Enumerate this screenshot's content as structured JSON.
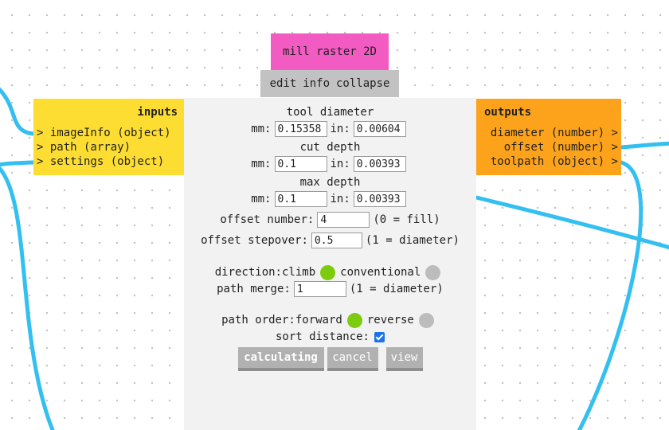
{
  "module": {
    "title": "mill raster 2D",
    "edit_label": "edit",
    "info_label": "info",
    "collapse_label": "collapse"
  },
  "inputs": {
    "title": "inputs",
    "ports": [
      "> imageInfo (object)",
      "> path (array)",
      "> settings (object)"
    ]
  },
  "outputs": {
    "title": "outputs",
    "ports": [
      "diameter (number) >",
      "offset (number) >",
      "toolpath (object) >"
    ]
  },
  "tool_diameter": {
    "label": "tool diameter",
    "mm_label": "mm:",
    "in_label": "in:",
    "mm_value": "0.15358",
    "in_value": "0.00604"
  },
  "cut_depth": {
    "label": "cut depth",
    "mm_label": "mm:",
    "in_label": "in:",
    "mm_value": "0.1",
    "in_value": "0.00393"
  },
  "max_depth": {
    "label": "max depth",
    "mm_label": "mm:",
    "in_label": "in:",
    "mm_value": "0.1",
    "in_value": "0.00393"
  },
  "offset_number": {
    "label": "offset number:",
    "value": "4",
    "hint": "(0 = fill)"
  },
  "offset_stepover": {
    "label": "offset stepover:",
    "value": "0.5",
    "hint": "(1 = diameter)"
  },
  "direction": {
    "label": "direction:",
    "option1": "climb",
    "option2": "conventional",
    "selected": "climb"
  },
  "path_merge": {
    "label": "path merge:",
    "value": "1",
    "hint": "(1 = diameter)"
  },
  "path_order": {
    "label": "path order:",
    "option1": "forward",
    "option2": "reverse",
    "selected": "forward"
  },
  "sort_distance": {
    "label": "sort distance:",
    "checked": true
  },
  "buttons": {
    "calculate": "calculating",
    "cancel": "cancel",
    "view": "view"
  },
  "colors": {
    "title_bg": "#f25bc2",
    "inputs_bg": "#fedd33",
    "outputs_bg": "#fda21b",
    "wire": "#33bff0",
    "radio_selected": "#7ccb0e",
    "radio_unselected": "#bcbcbc",
    "button_bg": "#b1b1b1"
  }
}
